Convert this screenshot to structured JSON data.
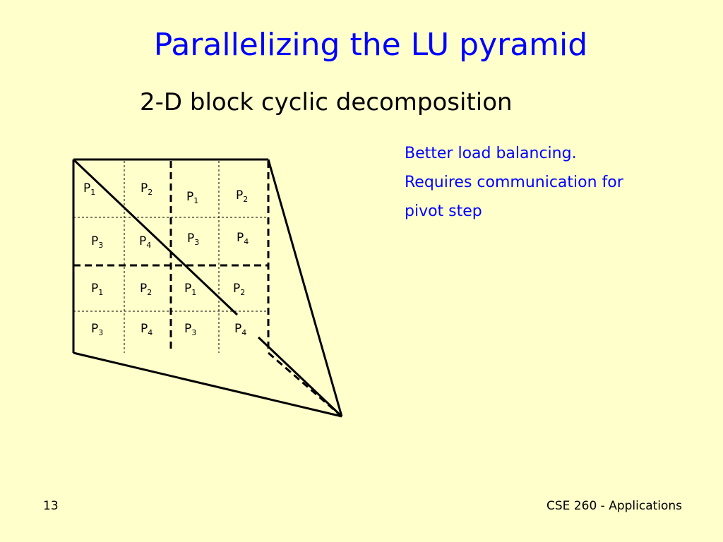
{
  "slide": {
    "title": "Parallelizing the LU pyramid",
    "subtitle": "2-D block cyclic decomposition",
    "notes": [
      "Better load balancing.",
      "Requires communication for",
      "pivot step"
    ],
    "page_number": "13",
    "footer": "CSE 260 - Applications"
  },
  "grid": {
    "rows": [
      [
        {
          "p": "P",
          "s": "1"
        },
        {
          "p": "P",
          "s": "2"
        },
        {
          "p": "P",
          "s": "1"
        },
        {
          "p": "P",
          "s": "2"
        }
      ],
      [
        {
          "p": "P",
          "s": "3"
        },
        {
          "p": "P",
          "s": "4"
        },
        {
          "p": "P",
          "s": "3"
        },
        {
          "p": "P",
          "s": "4"
        }
      ],
      [
        {
          "p": "P",
          "s": "1"
        },
        {
          "p": "P",
          "s": "2"
        },
        {
          "p": "P",
          "s": "1"
        },
        {
          "p": "P",
          "s": "2"
        }
      ],
      [
        {
          "p": "P",
          "s": "3"
        },
        {
          "p": "P",
          "s": "4"
        },
        {
          "p": "P",
          "s": "3"
        },
        {
          "p": "P",
          "s": "4"
        }
      ]
    ]
  }
}
